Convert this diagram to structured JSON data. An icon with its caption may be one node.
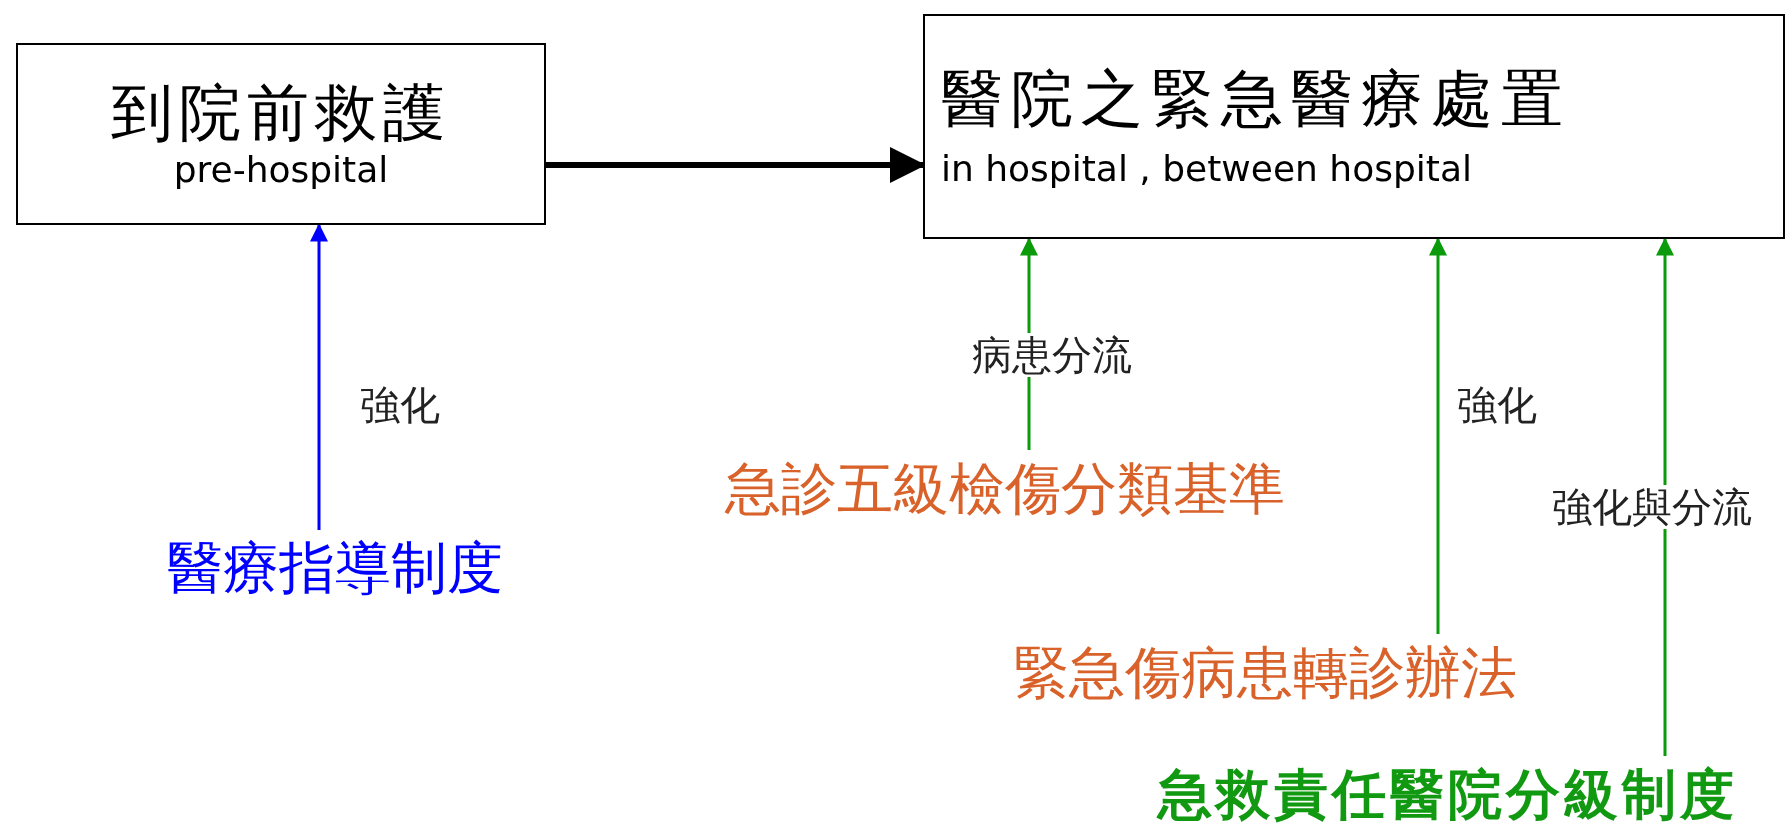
{
  "diagram": {
    "nodes": [
      {
        "text": [
          "到院前救護",
          "pre-hospital"
        ]
      },
      {
        "text": [
          "醫院之緊急醫療處置",
          "in hospital , between hospital"
        ]
      },
      {
        "text": [
          "醫療指導制度"
        ]
      },
      {
        "text": [
          "急診五級檢傷分類基準"
        ]
      },
      {
        "text": [
          "緊急傷病患轉診辦法"
        ]
      },
      {
        "text": [
          "急救責任醫院分級制度"
        ]
      }
    ],
    "edges": [
      {
        "from": 0,
        "to": 1,
        "arrow": "to",
        "style": "thick",
        "color": "#000000"
      },
      {
        "from": 2,
        "to": 0,
        "arrow": "to",
        "label": "強化",
        "color": "#0000ff"
      },
      {
        "from": 3,
        "to": 1,
        "arrow": "to",
        "label": "病患分流"
      },
      {
        "from": 4,
        "to": 1,
        "arrow": "to",
        "label": "強化"
      },
      {
        "from": 5,
        "to": 1,
        "arrow": "to",
        "label": "強化與分流"
      }
    ]
  }
}
